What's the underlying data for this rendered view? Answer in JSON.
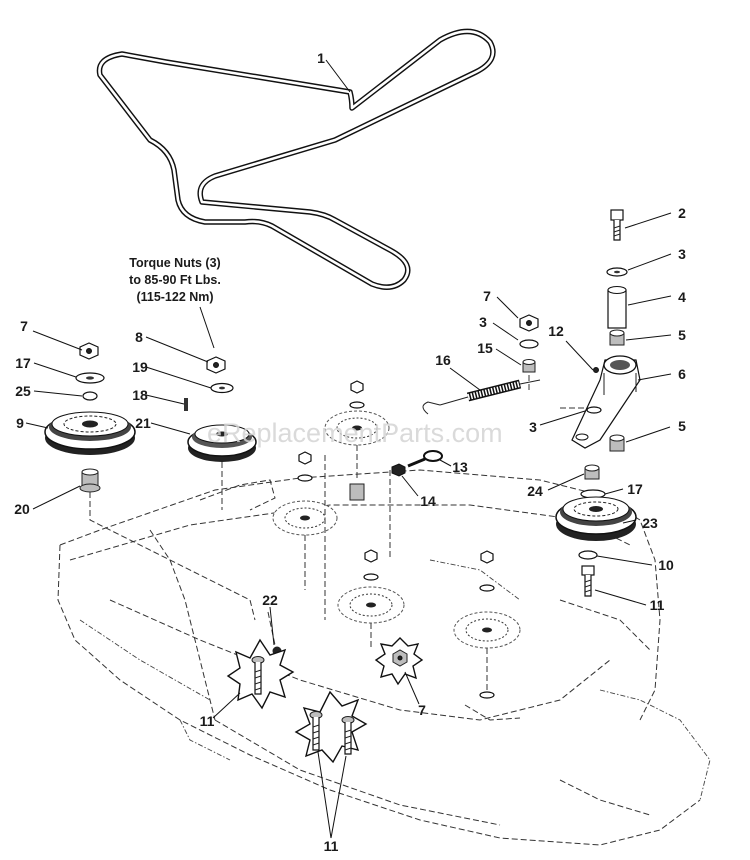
{
  "watermark": "eReplacementParts.com",
  "torque_note": {
    "line1": "Torque Nuts (3)",
    "line2": "to 85-90 Ft Lbs.",
    "line3": "(115-122 Nm)"
  },
  "callouts": {
    "c1": "1",
    "c2": "2",
    "c3_top": "3",
    "c4": "4",
    "c5_top": "5",
    "c6": "6",
    "c5_mid": "5",
    "c12": "12",
    "c7_spring": "7",
    "c3_spring": "3",
    "c15": "15",
    "c16": "16",
    "c3_arm": "3",
    "c13": "13",
    "c14": "14",
    "c24": "24",
    "c17_right": "17",
    "c23": "23",
    "c10": "10",
    "c11_right": "11",
    "c7_left": "7",
    "c17_left": "17",
    "c25": "25",
    "c9": "9",
    "c20": "20",
    "c8": "8",
    "c19": "19",
    "c18": "18",
    "c21": "21",
    "c22": "22",
    "c11_left": "11",
    "c7_bottom": "7",
    "c11_bottom": "11"
  }
}
